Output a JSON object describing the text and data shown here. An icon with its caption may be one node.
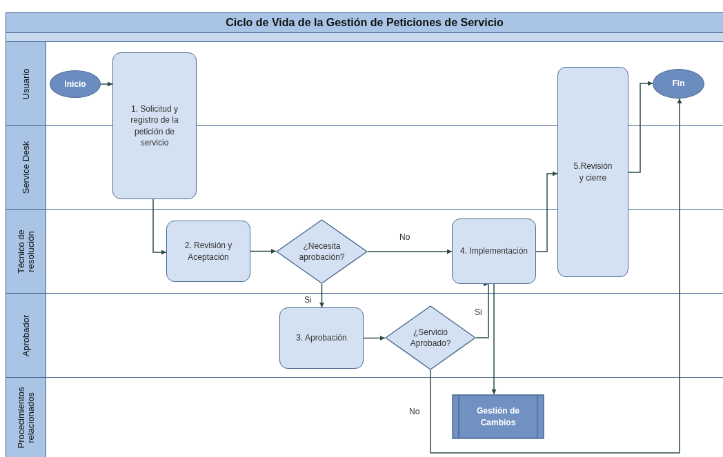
{
  "diagram": {
    "title": "Ciclo de Vida de la Gestión de Peticiones de Servicio",
    "nodes": [
      {
        "text": [
          "Inicio"
        ]
      },
      {
        "text": [
          "1. Solicitud y registro de la petición de servicio"
        ]
      },
      {
        "text": [
          "5.Revisión y cierre"
        ]
      },
      {
        "text": [
          "Fin"
        ]
      },
      {
        "text": [
          "2. Revisión y Aceptación"
        ]
      },
      {
        "text": [
          "¿Necesita aprobación?"
        ]
      },
      {
        "text": [
          "4. Implementación"
        ]
      },
      {
        "text": [
          "3. Aprobación"
        ]
      },
      {
        "text": [
          "¿Servicio Aprobado?"
        ]
      },
      {
        "text": [
          "Gestión de Cambios"
        ]
      }
    ],
    "edges": [
      {
        "from": 0,
        "to": 1,
        "arrow": "to"
      },
      {
        "from": 1,
        "to": 4,
        "arrow": "to"
      },
      {
        "from": 4,
        "to": 5,
        "arrow": "to"
      },
      {
        "from": 5,
        "to": 6,
        "arrow": "to",
        "label": "No"
      },
      {
        "from": 5,
        "to": 7,
        "arrow": "to",
        "label": "Si"
      },
      {
        "from": 7,
        "to": 8,
        "arrow": "to"
      },
      {
        "from": 8,
        "to": 6,
        "arrow": "to",
        "label": "Si"
      },
      {
        "from": 8,
        "to": 3,
        "arrow": "to",
        "label": "No"
      },
      {
        "from": 6,
        "to": 9,
        "arrow": "to"
      },
      {
        "from": 6,
        "to": 2,
        "arrow": "to"
      },
      {
        "from": 2,
        "to": 3,
        "arrow": "to"
      }
    ],
    "labels": [
      "Usuario",
      "Service Desk",
      "Técnico de resolución",
      "Aprobador",
      "Procecimientos relacionados"
    ]
  }
}
